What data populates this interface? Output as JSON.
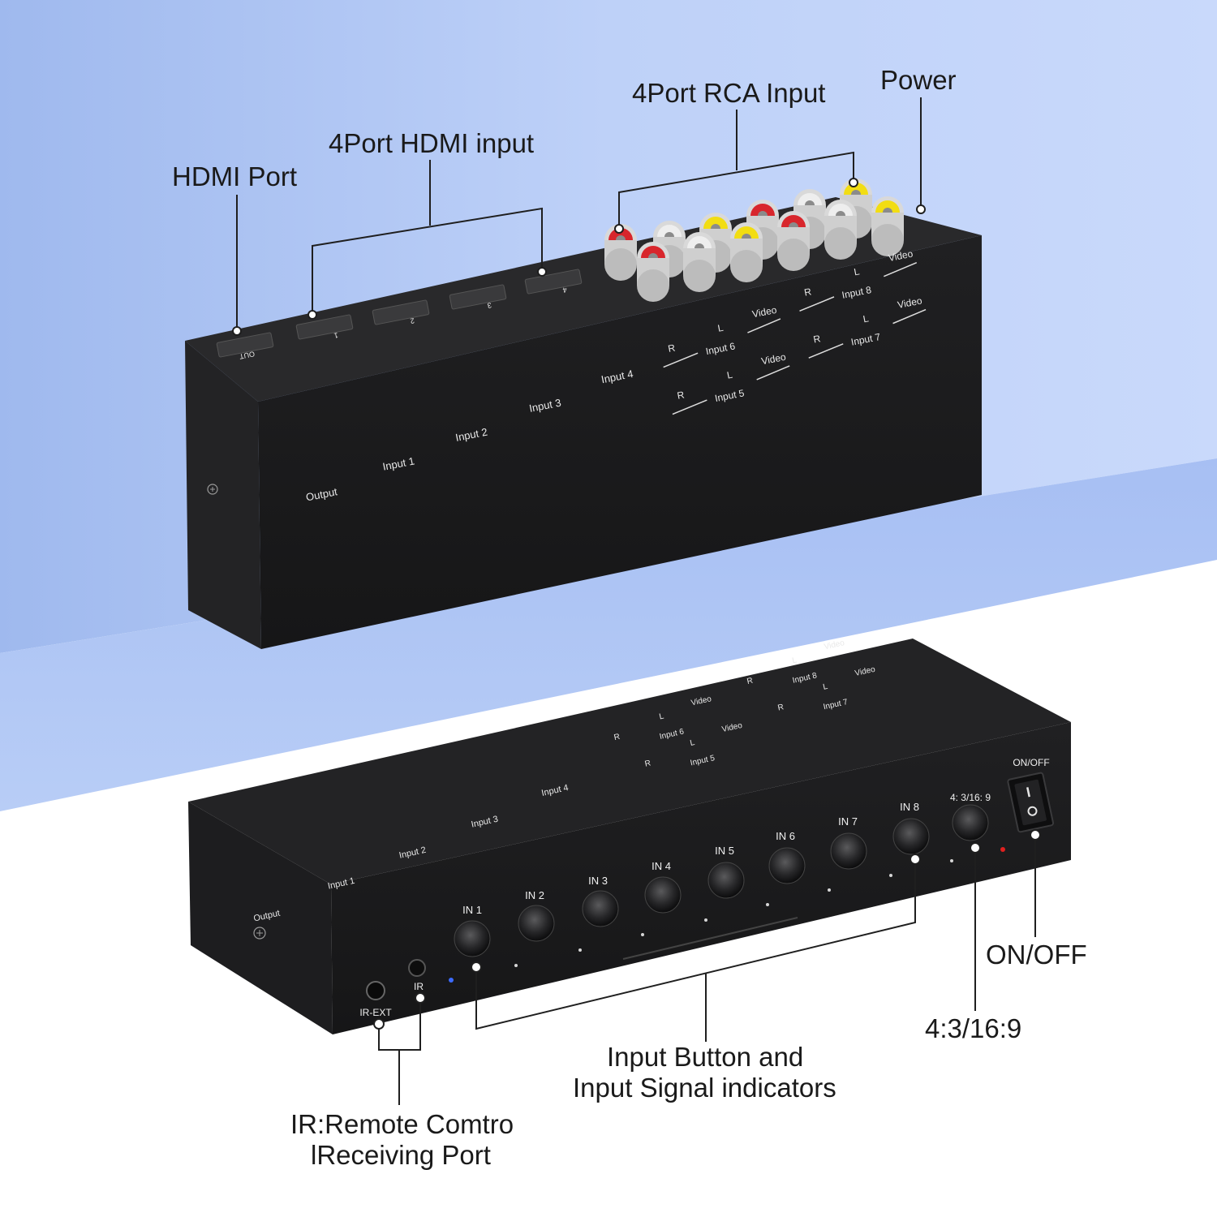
{
  "callouts": {
    "hdmi_port": "HDMI Port",
    "hdmi_input": "4Port HDMI input",
    "rca_input": "4Port RCA Input",
    "power": "Power",
    "on_off": "ON/OFF",
    "aspect": "4:3/16:9",
    "input_buttons_line1": "Input Button and",
    "input_buttons_line2": "Input Signal indicators",
    "ir_line1": "IR:Remote Comtro",
    "ir_line2": "lReceiving Port"
  },
  "rear_panel": {
    "port_labels": [
      "OUT",
      "1",
      "2",
      "3",
      "4"
    ],
    "output": "Output",
    "inputs": [
      "Input 1",
      "Input 2",
      "Input 3",
      "Input 4"
    ],
    "rca_groups": [
      {
        "name": "Input 6",
        "r": "R",
        "l": "L",
        "video": "Video"
      },
      {
        "name": "Input 5",
        "r": "R",
        "l": "L",
        "video": "Video"
      },
      {
        "name": "Input 8",
        "r": "R",
        "l": "L",
        "video": "Video"
      },
      {
        "name": "Input 7",
        "r": "R",
        "l": "L",
        "video": "Video"
      }
    ]
  },
  "front_panel": {
    "top_output": "Output",
    "top_inputs": [
      "Input 1",
      "Input 2",
      "Input 3",
      "Input 4"
    ],
    "buttons": [
      "IN 1",
      "IN 2",
      "IN 3",
      "IN 4",
      "IN 5",
      "IN 6",
      "IN 7",
      "IN 8"
    ],
    "aspect_button": "4: 3/16: 9",
    "switch_label": "ON/OFF",
    "ir": "IR",
    "ir_ext": "IR-EXT"
  },
  "colors": {
    "background_top": "#b9cef6",
    "background_shelf": "#a9c0f2",
    "device_body": "#1b1b1c",
    "rca_red": "#d8262c",
    "rca_white": "#e9e9e9",
    "rca_yellow": "#f2dd12"
  }
}
